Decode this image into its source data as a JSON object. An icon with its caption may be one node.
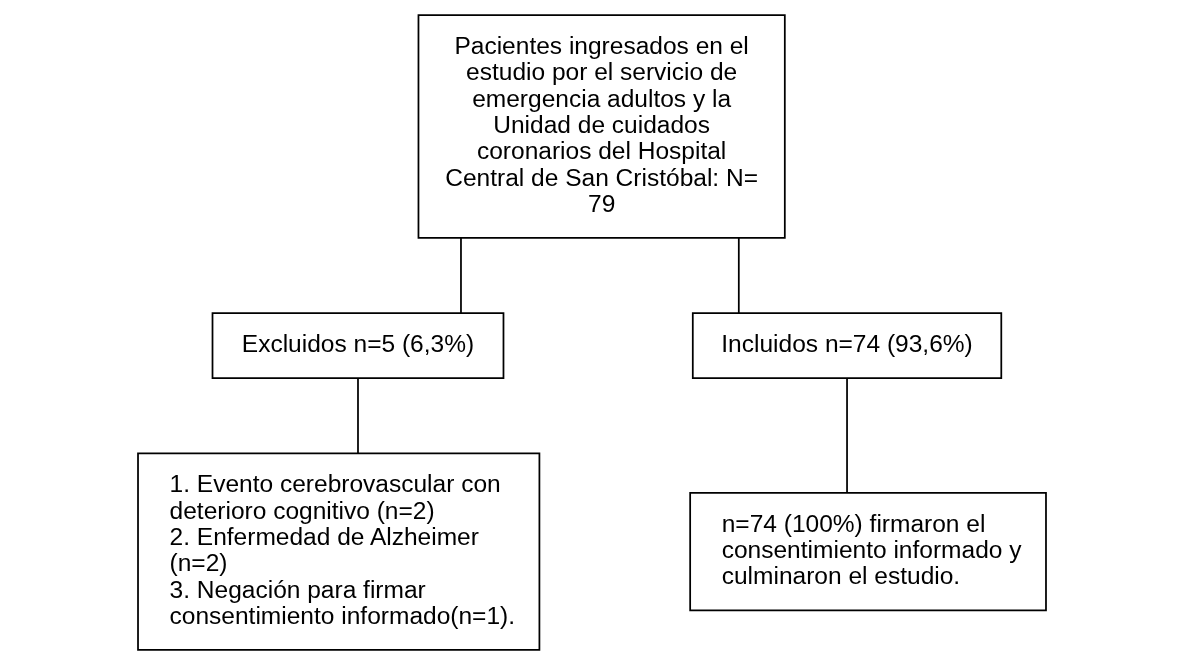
{
  "diagram": {
    "nodes": [
      {
        "text": [
          "Pacientes ingresados en el estudio por el servicio de emergencia adultos y la Unidad de cuidados coronarios del Hospital Central de San Cristóbal: N= 79"
        ]
      },
      {
        "text": [
          "Excluidos n=5 (6,3%)"
        ]
      },
      {
        "text": [
          "Incluidos n=74 (93,6%)"
        ]
      },
      {
        "text": [
          "1. Evento cerebrovascular con deterioro cognitivo (n=2)",
          "2. Enfermedad de Alzheimer (n=2)",
          "3. Negación para firmar consentimiento informado(n=1)."
        ]
      },
      {
        "text": [
          "n=74 (100%) firmaron el consentimiento informado y culminaron el estudio."
        ]
      }
    ],
    "edges": [
      {
        "from": 0,
        "to": 1,
        "arrow": "none"
      },
      {
        "from": 0,
        "to": 2,
        "arrow": "none"
      },
      {
        "from": 1,
        "to": 3,
        "arrow": "none"
      },
      {
        "from": 2,
        "to": 4,
        "arrow": "none"
      }
    ]
  }
}
